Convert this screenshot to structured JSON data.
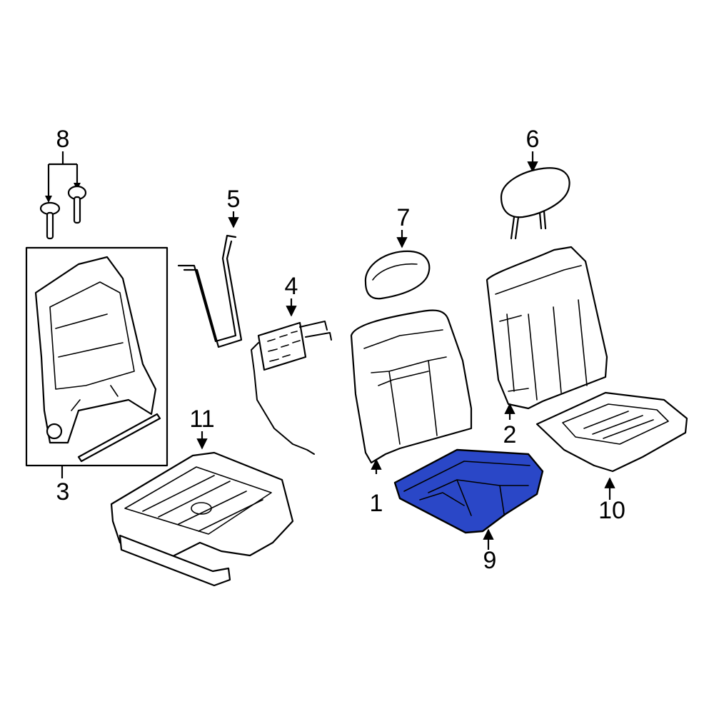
{
  "diagram": {
    "highlight_color": "#2a47c7",
    "callouts": {
      "c1": "1",
      "c2": "2",
      "c3": "3",
      "c4": "4",
      "c5": "5",
      "c6": "6",
      "c7": "7",
      "c8": "8",
      "c9": "9",
      "c10": "10",
      "c11": "11"
    },
    "highlighted_part": "9"
  }
}
